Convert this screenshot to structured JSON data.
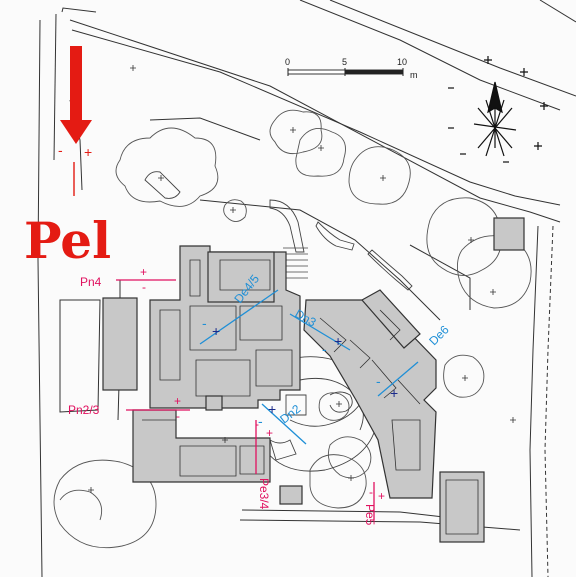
{
  "title_label": "Pel",
  "scale_bar": {
    "ticks": [
      "0",
      "5",
      "10"
    ],
    "unit": "m"
  },
  "signs": {
    "plus": "+",
    "minus": "-"
  },
  "sections": [
    {
      "id": "pn4",
      "text": "Pn4"
    },
    {
      "id": "pn2-3",
      "text": "Pn2/3"
    },
    {
      "id": "de4-5",
      "text": "De4/5"
    },
    {
      "id": "dn3",
      "text": "Dn3"
    },
    {
      "id": "de6",
      "text": "De6"
    },
    {
      "id": "dn2",
      "text": "Dn2"
    },
    {
      "id": "pe3-4",
      "text": "Pe3/4"
    },
    {
      "id": "pe5",
      "text": "Pe5"
    }
  ],
  "colors": {
    "pel_label": "#e41b13",
    "arrow": "#e41b13",
    "pink_sections": "#e0115f",
    "blue_sections": "#1f8fd6",
    "building_fill": "#c8c8c8",
    "linework": "#333333"
  },
  "icons": {
    "north": "north-arrow-icon",
    "arrow": "down-arrow-icon"
  }
}
